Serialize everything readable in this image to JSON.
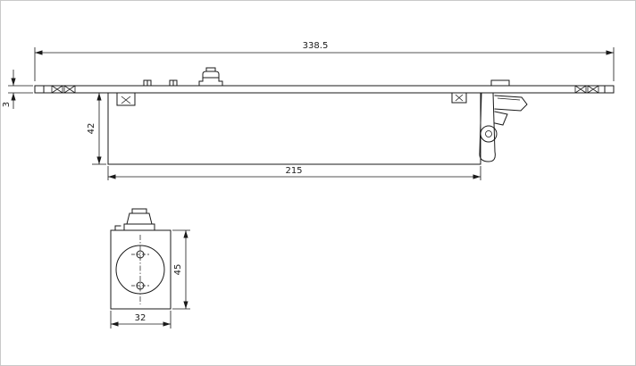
{
  "drawing": {
    "background_color": "#ffffff",
    "line_color": "#1a1a1a",
    "dimensions": {
      "overall_length": "338.5",
      "plate_thickness": "3",
      "body_height": "42",
      "body_length": "215",
      "end_view_height": "45",
      "end_view_width": "32"
    }
  }
}
